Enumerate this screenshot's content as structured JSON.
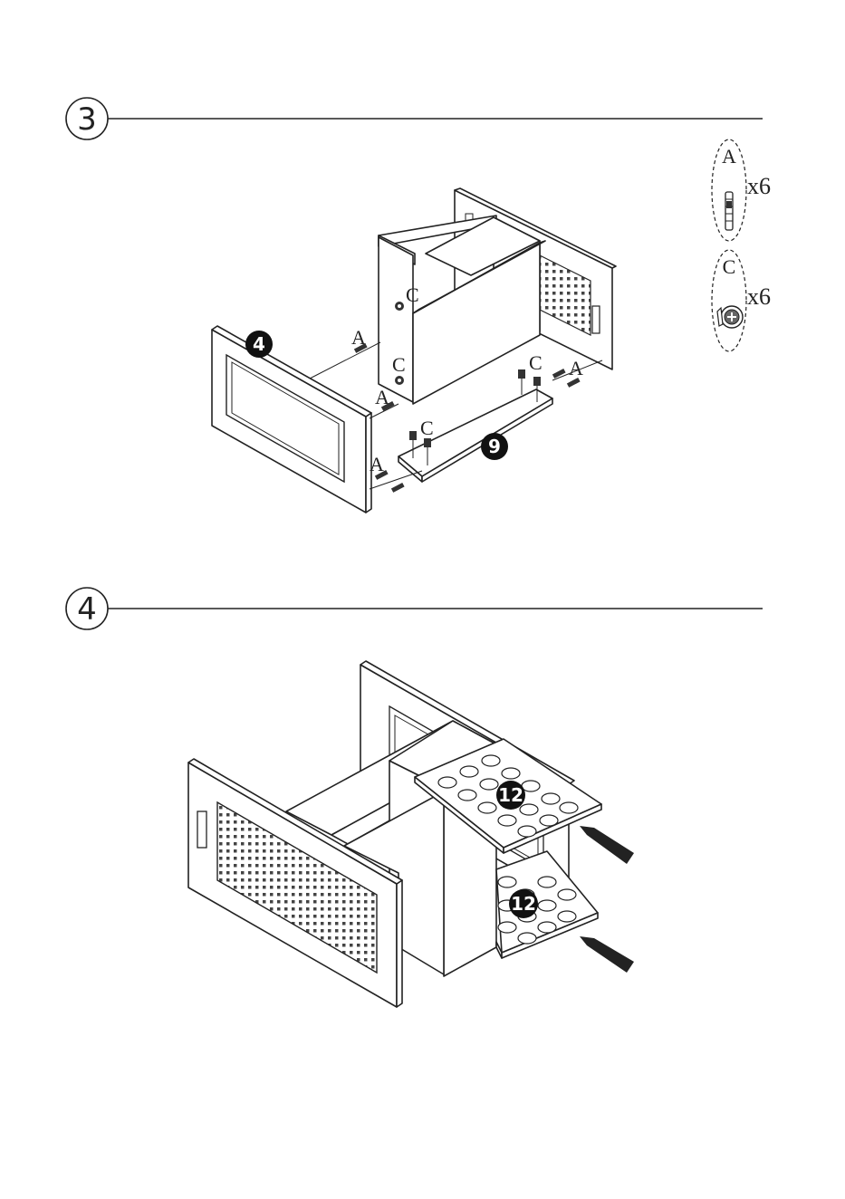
{
  "steps": [
    {
      "number": "3",
      "parts": [
        {
          "letter": "A",
          "qty": "x6",
          "icon": "dowel-icon"
        },
        {
          "letter": "C",
          "qty": "x6",
          "icon": "cam-lock-icon"
        }
      ],
      "callouts": {
        "panel_front": "4",
        "panel_bottom": "9"
      },
      "fastener_labels": [
        "C",
        "C",
        "C",
        "C",
        "A",
        "A",
        "A",
        "A"
      ]
    },
    {
      "number": "4",
      "callouts": {
        "shelf_top": "12",
        "shelf_bottom": "12"
      }
    }
  ]
}
